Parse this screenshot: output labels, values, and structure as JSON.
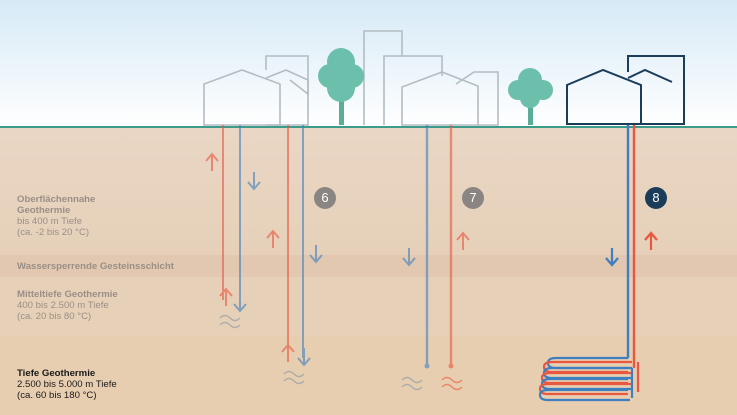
{
  "layers": {
    "near_surface": {
      "title": "Oberflächennahe",
      "line2": "Geothermie",
      "depth": "bis 400 m Tiefe",
      "temp": "(ca. -2 bis 20 °C)"
    },
    "barrier": {
      "title": "Wassersperrende Gesteinsschicht"
    },
    "medium": {
      "title": "Mitteltiefe Geothermie",
      "depth": "400 bis 2.500 m Tiefe",
      "temp": "(ca. 20 bis 80 °C)"
    },
    "deep": {
      "title": "Tiefe Geothermie",
      "depth": "2.500 bis 5.000 m Tiefe",
      "temp": "(ca. 60 bis 180 °C)"
    }
  },
  "badges": [
    {
      "label": "6",
      "color": "#8a8583"
    },
    {
      "label": "7",
      "color": "#8a8583"
    },
    {
      "label": "8",
      "color": "#1b3d5a"
    }
  ],
  "colors": {
    "sky_top": "#d9ecf7",
    "ground_line": "#3d9b8a",
    "tree": "#6cbfaa",
    "house_faded": "#b3bcc4",
    "house_active": "#1b3d5a",
    "pipe_cold": "#3f7fc0",
    "pipe_hot": "#e8573f"
  }
}
